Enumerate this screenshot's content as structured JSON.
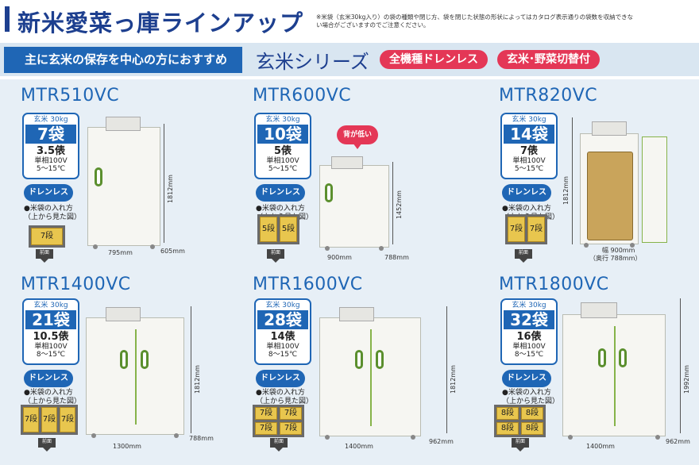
{
  "header": {
    "title": "新米愛菜っ庫ラインアップ",
    "note": "※米袋（玄米30kg入り）の袋の種類や閉じ方、袋を閉じた状態の形状によってはカタログ表示通りの袋数を収納できない場合がございますのでご注意ください。"
  },
  "band": {
    "tag": "主に玄米の保存を中心の方におすすめ",
    "series": "玄米シリーズ",
    "badges": [
      "全機種ドレンレス",
      "玄米･野菜切替付"
    ]
  },
  "common": {
    "kind": "玄米 30kg",
    "drain": "ドレンレス",
    "howto_1": "●米袋の入れ方",
    "howto_2": "（上から見た図）",
    "front": "前面",
    "callout": "背が低い"
  },
  "models": [
    {
      "name": "MTR510VC",
      "bags": "7袋",
      "cap": "3.5俵",
      "power": "単相100V",
      "temp": "5～15℃",
      "shelves": [
        "7段"
      ],
      "height": "1812mm",
      "width": "795mm",
      "depth": "605mm"
    },
    {
      "name": "MTR600VC",
      "bags": "10袋",
      "cap": "5俵",
      "power": "単相100V",
      "temp": "5～15℃",
      "shelves": [
        "5段",
        "5段"
      ],
      "height": "1452mm",
      "width": "900mm",
      "depth": "788mm"
    },
    {
      "name": "MTR820VC",
      "bags": "14袋",
      "cap": "7俵",
      "power": "単相100V",
      "temp": "5～15℃",
      "shelves": [
        "7段",
        "7段"
      ],
      "height": "1812mm",
      "width": "幅 900mm",
      "depth": "（奥行 788mm）"
    },
    {
      "name": "MTR1400VC",
      "bags": "21袋",
      "cap": "10.5俵",
      "power": "単相100V",
      "temp": "8～15℃",
      "shelves": [
        "7段",
        "7段",
        "7段"
      ],
      "height": "1812mm",
      "width": "1300mm",
      "depth": "788mm"
    },
    {
      "name": "MTR1600VC",
      "bags": "28袋",
      "cap": "14俵",
      "power": "単相100V",
      "temp": "8～15℃",
      "shelves": [
        "7段",
        "7段",
        "7段",
        "7段"
      ],
      "height": "1812mm",
      "width": "1400mm",
      "depth": "962mm"
    },
    {
      "name": "MTR1800VC",
      "bags": "32袋",
      "cap": "16俵",
      "power": "単相100V",
      "temp": "8～15℃",
      "shelves": [
        "8段",
        "8段",
        "8段",
        "8段"
      ],
      "height": "1992mm",
      "width": "1400mm",
      "depth": "962mm"
    }
  ],
  "colors": {
    "primary": "#1f66b5",
    "accent": "#e43756",
    "panel": "#e7eff6"
  }
}
